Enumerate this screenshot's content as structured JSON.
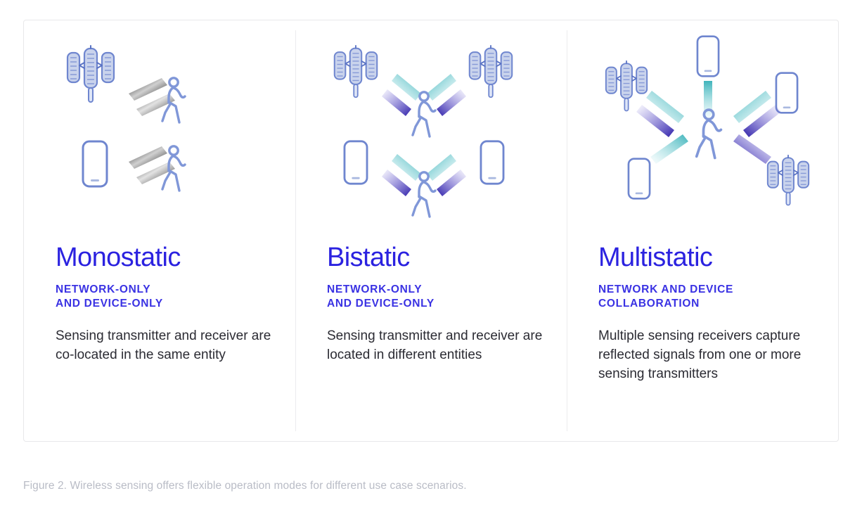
{
  "figure": {
    "caption": "Figure 2. Wireless sensing offers flexible operation modes for different use case scenarios.",
    "colors": {
      "title_blue": "#2b22e0",
      "subtitle_blue": "#3a32e3",
      "body_text": "#2b2b33",
      "caption_gray": "#b9bcc6",
      "card_border": "#e8e8ea",
      "divider": "#ececee",
      "device_outline": "#7b8fd4",
      "device_fill": "#cdd6ee",
      "beam_teal": "#4fbcc0",
      "beam_blue": "#3d2fb5",
      "beam_dark": "#1a1a1a"
    }
  },
  "columns": [
    {
      "id": "monostatic",
      "title": "Monostatic",
      "subtitle": "NETWORK-ONLY AND DEVICE-ONLY",
      "subtitle_lines": [
        "NETWORK-ONLY",
        "AND DEVICE-ONLY"
      ],
      "description": "Sensing transmitter and receiver are co-located in the same entity",
      "illustration": {
        "name": "monostatic-diagram",
        "rows": [
          {
            "source_icon": "base-station-icon",
            "beam_style": "dark-bidirectional",
            "target_icon": "walking-person-icon"
          },
          {
            "source_icon": "smartphone-icon",
            "beam_style": "dark-bidirectional",
            "target_icon": "walking-person-icon"
          }
        ]
      }
    },
    {
      "id": "bistatic",
      "title": "Bistatic",
      "subtitle": "NETWORK-ONLY AND DEVICE-ONLY",
      "subtitle_lines": [
        "NETWORK-ONLY",
        "AND DEVICE-ONLY"
      ],
      "description": "Sensing transmitter and receiver are located in different entities",
      "illustration": {
        "name": "bistatic-diagram",
        "rows": [
          {
            "left_icon": "base-station-icon",
            "right_icon": "base-station-icon",
            "beam_style": "teal-blue-pair",
            "target_icon": "walking-person-icon"
          },
          {
            "left_icon": "smartphone-icon",
            "right_icon": "smartphone-icon",
            "beam_style": "teal-blue-pair",
            "target_icon": "walking-person-icon"
          }
        ]
      }
    },
    {
      "id": "multistatic",
      "title": "Multistatic",
      "subtitle": "NETWORK AND DEVICE COLLABORATION",
      "subtitle_lines": [
        "NETWORK AND DEVICE",
        "COLLABORATION"
      ],
      "description": "Multiple sensing receivers capture reflected signals from one or more sensing transmitters",
      "illustration": {
        "name": "multistatic-diagram",
        "center_icon": "walking-person-icon",
        "nodes": [
          {
            "position": "top-left",
            "icon": "base-station-icon"
          },
          {
            "position": "top-center",
            "icon": "smartphone-icon"
          },
          {
            "position": "right",
            "icon": "smartphone-icon"
          },
          {
            "position": "bottom-right",
            "icon": "base-station-icon"
          },
          {
            "position": "bottom-left",
            "icon": "smartphone-icon"
          }
        ],
        "beam_style": "teal-blue-pair"
      }
    }
  ]
}
